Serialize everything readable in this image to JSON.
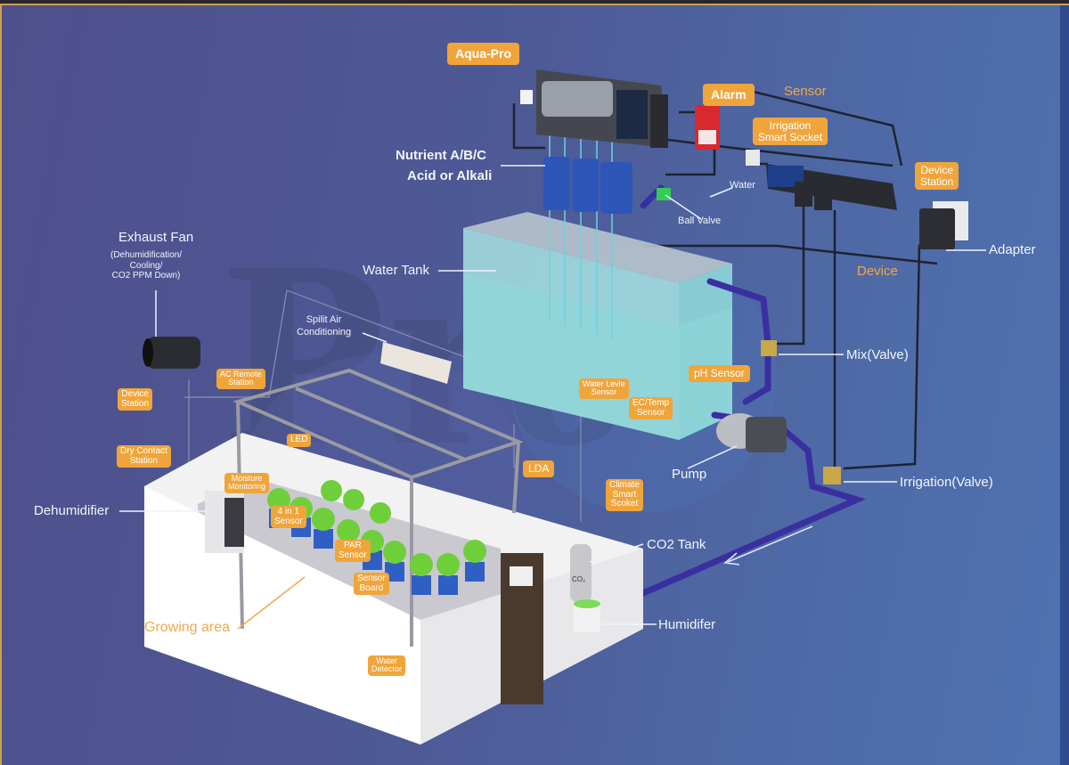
{
  "diagram": {
    "watermark": "Pro",
    "colors": {
      "background_left": "#4f4f8c",
      "background_right": "#4f72b0",
      "callout": "#f0a53b",
      "label_text": "#f2f4fb",
      "orange_text": "#f3a84a",
      "water": "#8fd6d8",
      "pipe": "#3a2fa0",
      "frame_border": "#c9a24a"
    },
    "callouts": {
      "aqua_pro": "Aqua-Pro",
      "alarm": "Alarm",
      "irrigation_smart_socket": [
        "Irrigation",
        "Smart Socket"
      ],
      "device_station_right": [
        "Device",
        "Station"
      ],
      "device_station_left": [
        "Device",
        "Station"
      ],
      "ac_remote_station": [
        "AC Remote",
        "Station"
      ],
      "dry_contact_station": [
        "Dry Contact",
        "Station"
      ],
      "moisture_monitoring": [
        "Moisture",
        "Monitoring"
      ],
      "led_left": "LED",
      "four_in_one_sensor": [
        "4 in 1",
        "Sensor"
      ],
      "par_sensor": [
        "PAR",
        "Sensor"
      ],
      "sensor_board": [
        "Sensor",
        "Board"
      ],
      "lda": "LDA",
      "water_level_sensor": [
        "Water Levle",
        "Sensor"
      ],
      "ec_temp_sensor": [
        "EC/Temp",
        "Sensor"
      ],
      "ph_sensor": "pH Sensor",
      "climate_smart_socket": [
        "Climate",
        "Smart",
        "Scoket"
      ],
      "water_detector": [
        "Water",
        "Detector"
      ]
    },
    "labels": {
      "sensor": "Sensor",
      "device": "Device",
      "nutrient": "Nutrient A/B/C",
      "acid_alkali": "Acid or Alkali",
      "water": "Water",
      "ball_valve": "Ball Valve",
      "adapter": "Adapter",
      "water_tank": "Water Tank",
      "exhaust_fan": "Exhaust Fan",
      "exhaust_fan_sub": [
        "(Dehumidification/",
        "Cooling/",
        "CO2 PPM Down)"
      ],
      "split_ac": [
        "Spilit Air",
        "Conditioning"
      ],
      "mix_valve": "Mix(Valve)",
      "pump": "Pump",
      "irrigation_valve": "Irrigation(Valve)",
      "co2_tank": "CO2 Tank",
      "humidifier": "Humidifer",
      "dehumidifier": "Dehumidifier",
      "growing_area": "Growing area",
      "co2_bottle_mark": "CO₂"
    }
  }
}
